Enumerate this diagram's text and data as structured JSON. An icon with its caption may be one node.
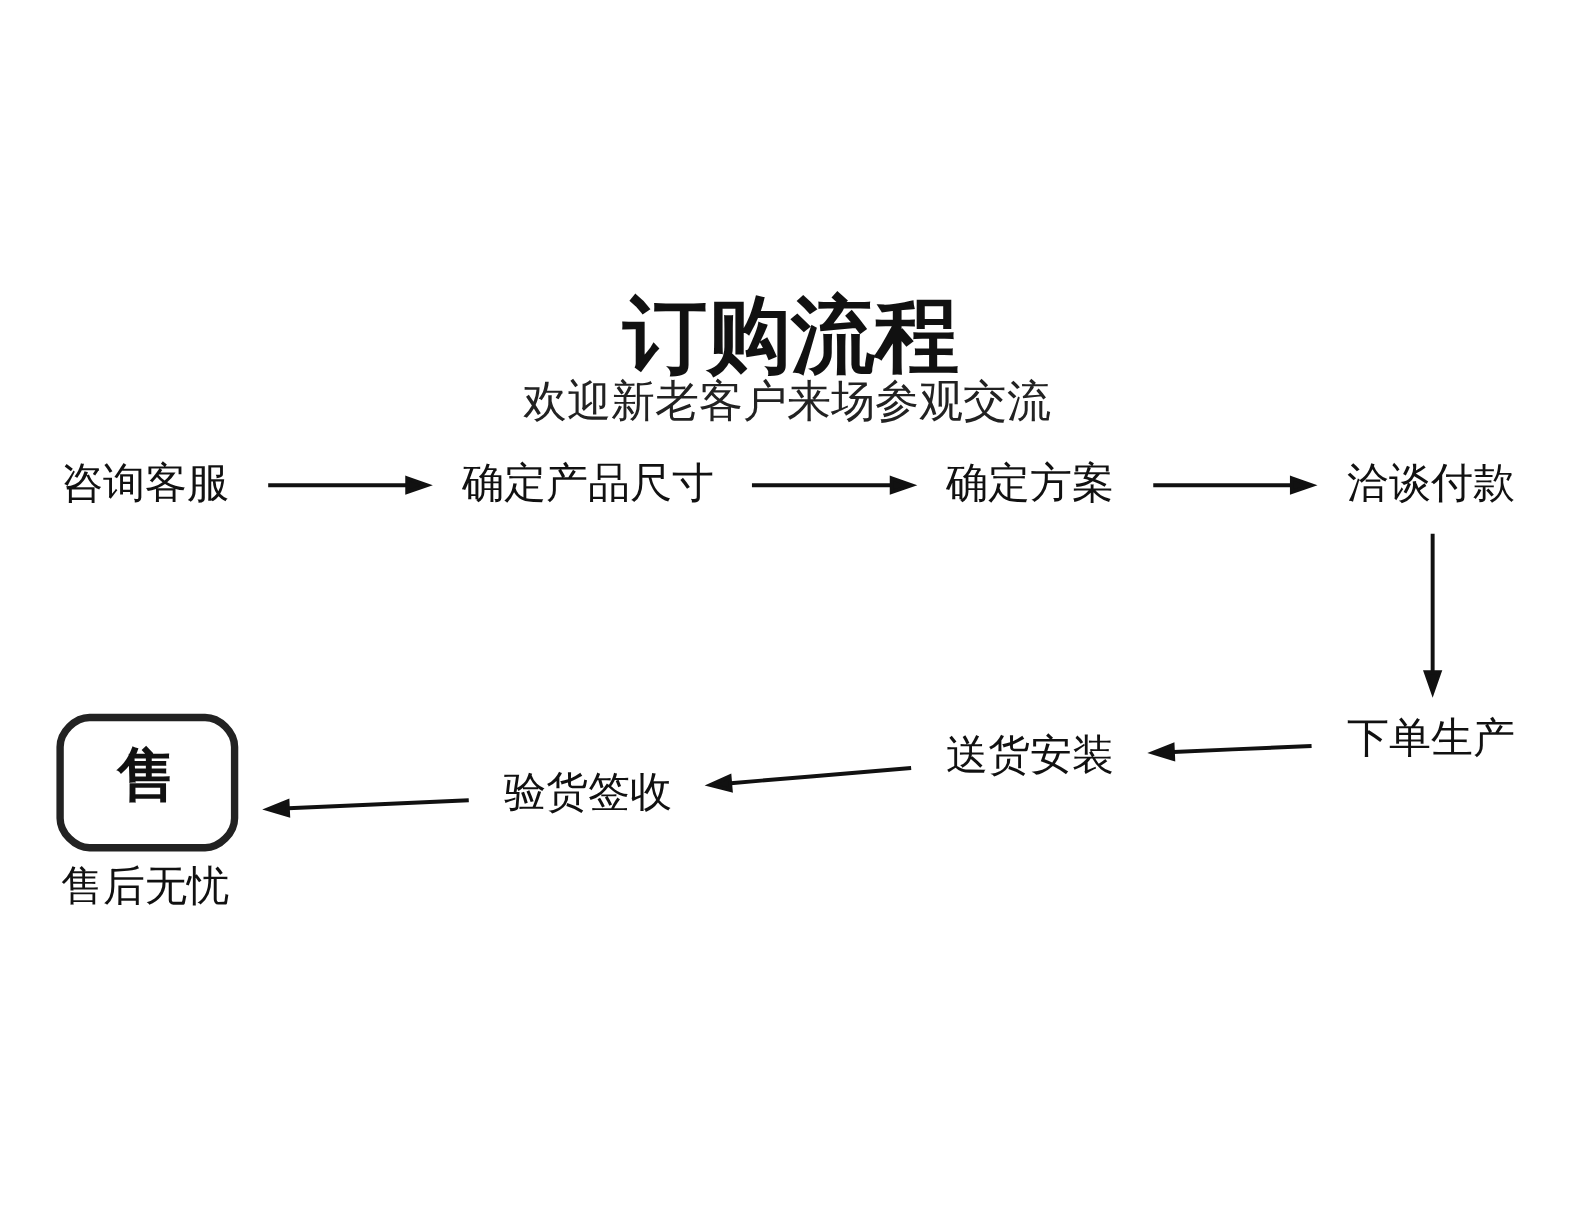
{
  "diagram": {
    "title": "订购流程",
    "caption": "欢迎新老客户来场参观交流",
    "nodes": [
      {
        "text": [
          "咨询客服"
        ]
      },
      {
        "text": [
          "确定产品尺寸"
        ]
      },
      {
        "text": [
          "确定方案"
        ]
      },
      {
        "text": [
          "洽谈付款"
        ]
      },
      {
        "text": [
          "下单生产"
        ]
      },
      {
        "text": [
          "送货安装"
        ]
      },
      {
        "text": [
          "验货签收"
        ]
      },
      {
        "text": [
          "售",
          "售后无忧"
        ]
      }
    ],
    "edges": [
      {
        "from": 0,
        "to": 1,
        "arrow": "to"
      },
      {
        "from": 1,
        "to": 2,
        "arrow": "to"
      },
      {
        "from": 2,
        "to": 3,
        "arrow": "to"
      },
      {
        "from": 3,
        "to": 4,
        "arrow": "to"
      },
      {
        "from": 4,
        "to": 5,
        "arrow": "to"
      },
      {
        "from": 5,
        "to": 6,
        "arrow": "to"
      },
      {
        "from": 6,
        "to": 7,
        "arrow": "to"
      }
    ]
  }
}
